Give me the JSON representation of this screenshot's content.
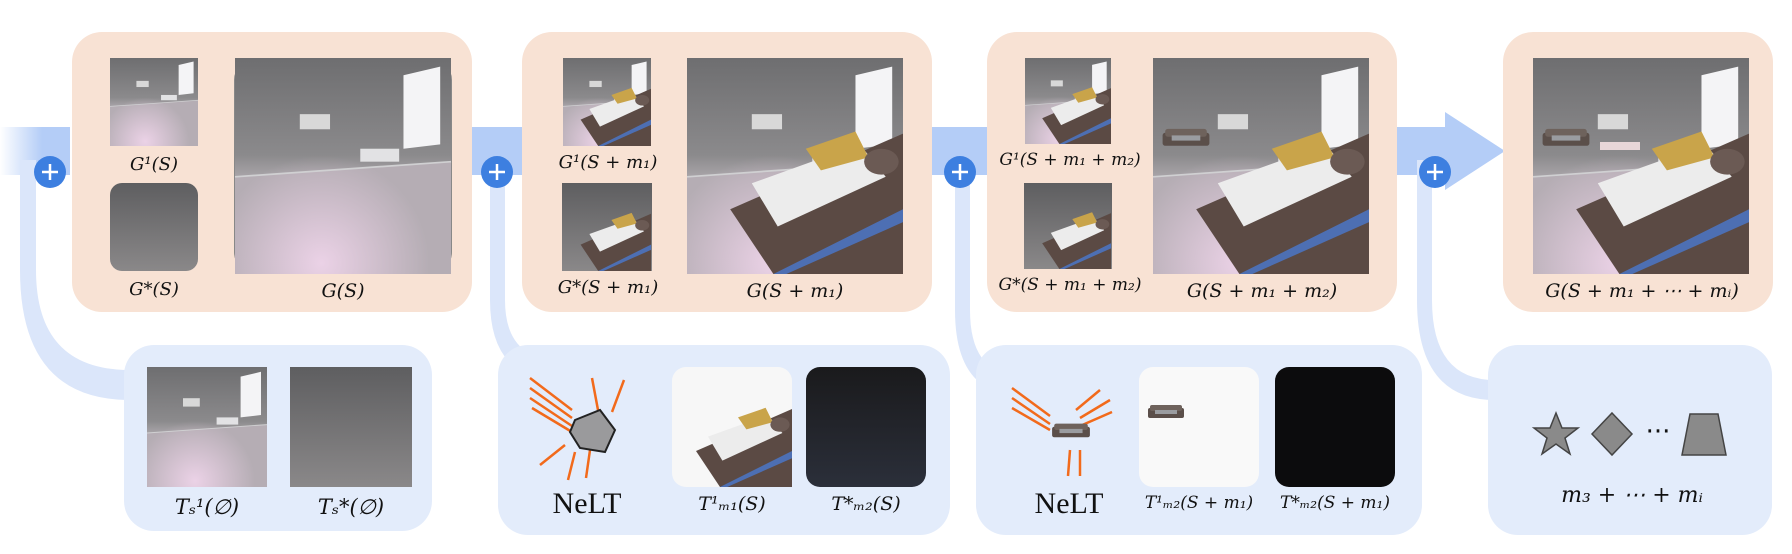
{
  "stages": [
    {
      "small_top_label": "G¹(S)",
      "small_bottom_label": "G*(S)",
      "large_label": "G(S)"
    },
    {
      "small_top_label": "G¹(S + m₁)",
      "small_bottom_label": "G*(S + m₁)",
      "large_label": "G(S + m₁)"
    },
    {
      "small_top_label": "G¹(S + m₁ + m₂)",
      "small_bottom_label": "G*(S + m₁ + m₂)",
      "large_label": "G(S + m₁ + m₂)"
    },
    {
      "large_label": "G(S + m₁ + ⋯ + mᵢ)"
    }
  ],
  "transfer_panels": [
    {
      "img1_label": "Tₛ¹(∅)",
      "img2_label": "Tₛ*(∅)"
    },
    {
      "nelt_label": "NeLT",
      "img1_label": "T¹ₘ₁(S)",
      "img2_label": "T*ₘ₂(S)"
    },
    {
      "nelt_label": "NeLT",
      "img1_label": "T¹ₘ₂(S + m₁)",
      "img2_label": "T*ₘ₂(S + m₁)"
    }
  ],
  "remaining_panel": {
    "label": "m₃ + ⋯ + mᵢ",
    "ellipsis": "···"
  },
  "colors": {
    "stage_bg": "#f8e2d4",
    "transfer_bg": "#e3ecfb",
    "arrow_blue": "#b4cdf7",
    "plus_circle": "#3d7fe0",
    "orange_ray": "#f26a1b",
    "shape_gray": "#8a8a8a"
  },
  "icons": [
    "plus-icon",
    "star-icon",
    "diamond-icon",
    "trapezoid-icon",
    "light-ray-icon",
    "object-icon"
  ]
}
